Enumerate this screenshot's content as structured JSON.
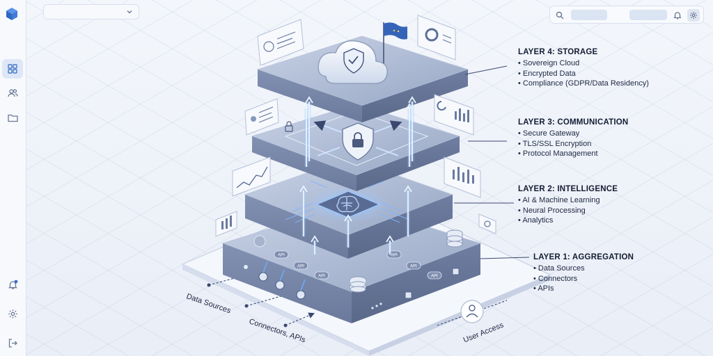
{
  "layers": [
    {
      "title": "LAYER 4: STORAGE",
      "items": [
        "Sovereign Cloud",
        "Encrypted Data",
        "Compliance (GDPR/Data Residency)"
      ]
    },
    {
      "title": "LAYER 3: COMMUNICATION",
      "items": [
        "Secure Gateway",
        "TLS/SSL Encryption",
        "Protocol Management"
      ]
    },
    {
      "title": "LAYER 2: INTELLIGENCE",
      "items": [
        "AI & Machine Learning",
        "Neural Processing",
        "Analytics"
      ]
    },
    {
      "title": "LAYER 1: AGGREGATION",
      "items": [
        "Data Sources",
        "Connectors",
        "APIs"
      ]
    }
  ],
  "flow": {
    "data_sources": "Data Sources",
    "connectors": "Connectors, APIs",
    "user_access": "User Access"
  },
  "chips": {
    "api": "API"
  },
  "colors": {
    "accent": "#4a8fe0",
    "glow": "#7fb6ff",
    "plate_top": "#9aa8c6",
    "plate_side": "#6f7fa2",
    "text": "#141d33"
  },
  "icons": {
    "logo": "cube-icon",
    "sidebar": [
      "grid-icon",
      "users-icon",
      "folder-icon",
      "bell-icon",
      "gear-icon",
      "logout-icon"
    ],
    "topbar": [
      "search-icon",
      "bell-icon",
      "gear-icon"
    ]
  }
}
